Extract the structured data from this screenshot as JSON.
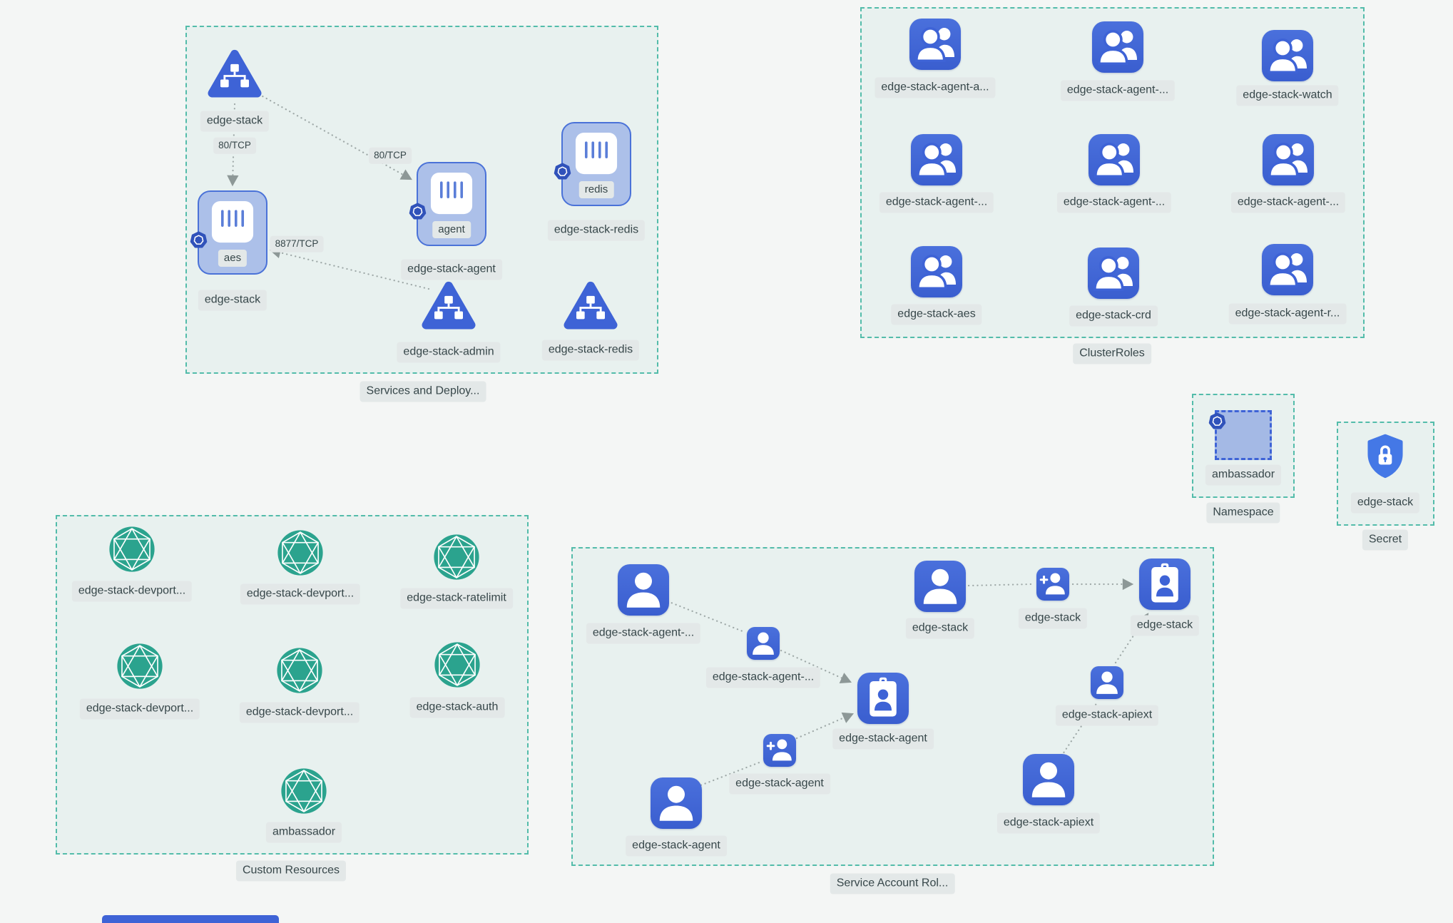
{
  "colors": {
    "background": "#f4f6f5",
    "node_blue": "#3e63d6",
    "crd_teal": "#2ba38e",
    "group_border_teal": "#53bcaa",
    "arrow_gray": "#9aa5a4",
    "chip_bg": "#e3e8e8"
  },
  "groups": {
    "services": {
      "label": "Services and Deploy...",
      "nodes": {
        "svc_edge_stack": {
          "label": "edge-stack",
          "icon": "service-triangle-icon"
        },
        "deploy_aes": {
          "label": "edge-stack",
          "container": "aes",
          "icon": "deployment-icon"
        },
        "deploy_agent": {
          "label": "edge-stack-agent",
          "container": "agent",
          "icon": "deployment-icon"
        },
        "deploy_redis": {
          "label": "edge-stack-redis",
          "container": "redis",
          "icon": "deployment-icon"
        },
        "svc_admin": {
          "label": "edge-stack-admin",
          "icon": "service-triangle-icon"
        },
        "svc_redis": {
          "label": "edge-stack-redis",
          "icon": "service-triangle-icon"
        }
      },
      "edges": {
        "svc_to_aes": "80/TCP",
        "svc_to_agent": "80/TCP",
        "admin_to_aes": "8877/TCP"
      }
    },
    "clusterroles": {
      "label": "ClusterRoles",
      "items": [
        {
          "label": "edge-stack-agent-a..."
        },
        {
          "label": "edge-stack-agent-..."
        },
        {
          "label": "edge-stack-watch"
        },
        {
          "label": "edge-stack-agent-..."
        },
        {
          "label": "edge-stack-agent-..."
        },
        {
          "label": "edge-stack-agent-..."
        },
        {
          "label": "edge-stack-aes"
        },
        {
          "label": "edge-stack-crd"
        },
        {
          "label": "edge-stack-agent-r..."
        }
      ]
    },
    "namespace": {
      "label": "Namespace",
      "node": {
        "label": "ambassador",
        "icon": "namespace-icon"
      }
    },
    "secret": {
      "label": "Secret",
      "node": {
        "label": "edge-stack",
        "icon": "shield-lock-icon"
      }
    },
    "custom_resources": {
      "label": "Custom Resources",
      "items": [
        {
          "label": "edge-stack-devport..."
        },
        {
          "label": "edge-stack-devport..."
        },
        {
          "label": "edge-stack-ratelimit"
        },
        {
          "label": "edge-stack-devport..."
        },
        {
          "label": "edge-stack-devport..."
        },
        {
          "label": "edge-stack-auth"
        },
        {
          "label": "ambassador"
        }
      ]
    },
    "service_account_roles": {
      "label": "Service Account Rol...",
      "nodes": [
        {
          "label": "edge-stack-agent-...",
          "icon": "user-icon"
        },
        {
          "label": "edge-stack-agent-...",
          "icon": "user-icon-small"
        },
        {
          "label": "edge-stack-agent",
          "icon": "id-badge-icon"
        },
        {
          "label": "edge-stack-agent",
          "icon": "user-plus-icon-small"
        },
        {
          "label": "edge-stack-agent",
          "icon": "user-icon"
        },
        {
          "label": "edge-stack",
          "icon": "user-icon"
        },
        {
          "label": "edge-stack",
          "icon": "user-plus-icon-small"
        },
        {
          "label": "edge-stack",
          "icon": "id-badge-icon"
        },
        {
          "label": "edge-stack-apiext",
          "icon": "user-icon-small"
        },
        {
          "label": "edge-stack-apiext",
          "icon": "user-icon"
        }
      ]
    }
  }
}
